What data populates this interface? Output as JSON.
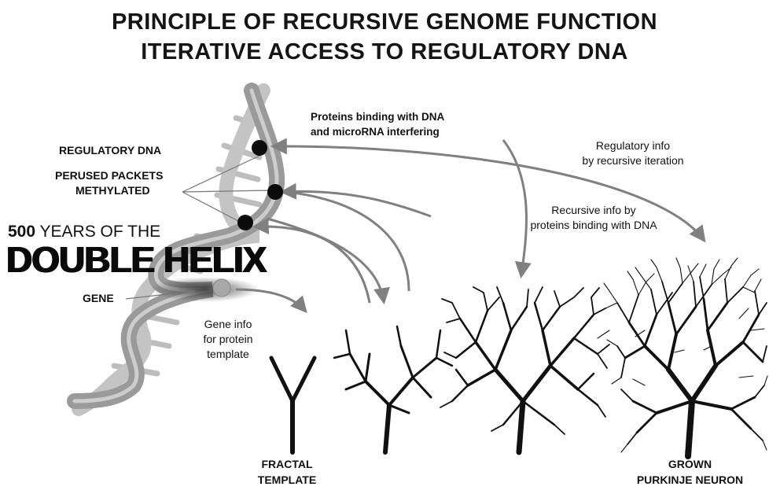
{
  "title": {
    "line1": "PRINCIPLE OF RECURSIVE GENOME FUNCTION",
    "line2": "ITERATIVE ACCESS TO REGULATORY DNA"
  },
  "labels": {
    "regulatory_dna": "REGULATORY DNA",
    "perused_packets_1": "PERUSED PACKETS",
    "perused_packets_2": "METHYLATED",
    "gene": "GENE"
  },
  "logo": {
    "years_number": "500",
    "years_text": "YEARS OF THE",
    "title": "DOUBLE HELIX"
  },
  "annotations": {
    "proteins_binding_1": "Proteins binding with DNA",
    "proteins_binding_2": "and microRNA interfering",
    "regulatory_info_1": "Regulatory info",
    "regulatory_info_2": "by recursive iteration",
    "recursive_info_1": "Recursive info by",
    "recursive_info_2": "proteins binding with DNA",
    "gene_info_1": "Gene info",
    "gene_info_2": "for protein",
    "gene_info_3": "template"
  },
  "captions": {
    "fractal_1": "FRACTAL",
    "fractal_2": "TEMPLATE",
    "grown_1": "GROWN",
    "grown_2": "PURKINJE NEURON"
  },
  "colors": {
    "arrow": "#808080",
    "helix_strand": "#9a9a9a",
    "marker": "#0b0b0b",
    "gene_marker": "#a8a8a8",
    "tree": "#111111"
  }
}
